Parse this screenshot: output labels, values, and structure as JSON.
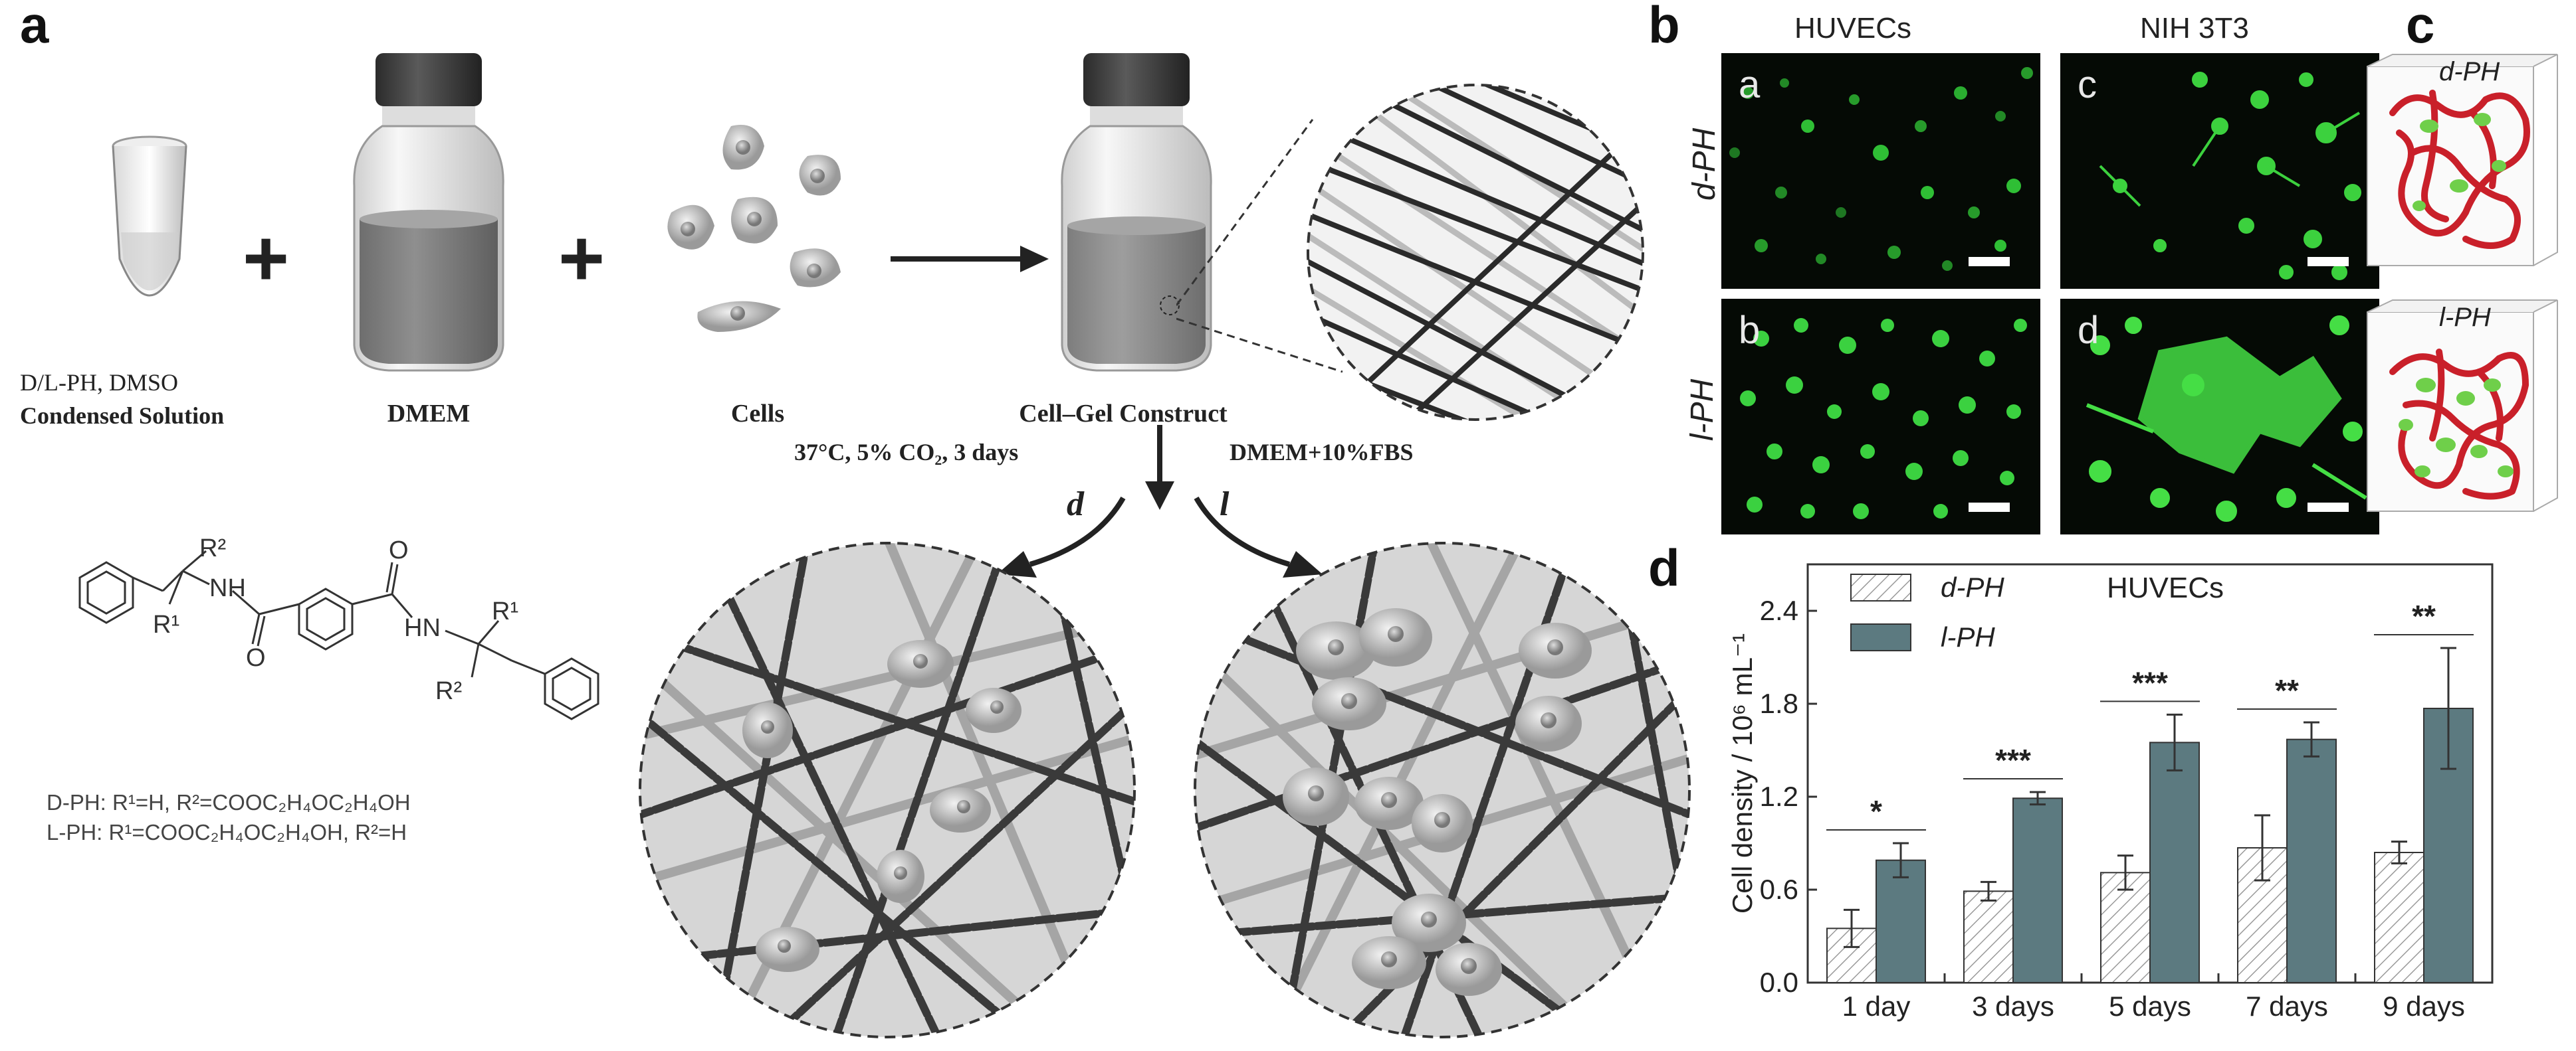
{
  "panels": {
    "a": "a",
    "b": "b",
    "c": "c",
    "d": "d"
  },
  "scheme": {
    "solution_label_line1": "D/L-PH, DMSO",
    "solution_label_line2": "Condensed Solution",
    "medium_label": "DMEM",
    "cells_label": "Cells",
    "construct_label": "Cell–Gel Construct",
    "conditions_left": "37°C, 5% CO₂, 3 days",
    "conditions_right": "DMEM+10%FBS",
    "branch_d": "d",
    "branch_l": "l",
    "plus": "+"
  },
  "structure": {
    "nh_top": "NH",
    "o_left": "O",
    "o_right": "O",
    "hn_right": "HN",
    "r2_top": "R²",
    "r1_left": "R¹",
    "r1_right": "R¹",
    "r2_bottom": "R²",
    "d_formula": "D-PH: R¹=H,   R²=COOC₂H₄OC₂H₄OH",
    "l_formula": "L-PH: R¹=COOC₂H₄OC₂H₄OH,   R²=H"
  },
  "micrographs": {
    "col1": "HUVECs",
    "col2": "NIH 3T3",
    "row1": "d-PH",
    "row2": "l-PH",
    "tiles": [
      "a",
      "c",
      "b",
      "d"
    ]
  },
  "models": {
    "top": "d-PH",
    "bottom": "l-PH"
  },
  "chart_data": {
    "type": "bar",
    "title": "HUVECs",
    "ylabel": "Cell density / 10⁶ mL⁻¹",
    "xlabel": "",
    "categories": [
      "1 day",
      "3 days",
      "5 days",
      "7 days",
      "9 days"
    ],
    "ylim": [
      0,
      2.7
    ],
    "yticks": [
      "0.0",
      "0.6",
      "1.2",
      "1.8",
      "2.4"
    ],
    "series": [
      {
        "name": "d-PH",
        "values": [
          0.35,
          0.59,
          0.71,
          0.87,
          0.84
        ],
        "errors": [
          0.12,
          0.06,
          0.11,
          0.21,
          0.07
        ],
        "color": "#ffffff",
        "hatch": true
      },
      {
        "name": "l-PH",
        "values": [
          0.79,
          1.19,
          1.55,
          1.57,
          1.77
        ],
        "errors": [
          0.11,
          0.04,
          0.18,
          0.11,
          0.39
        ],
        "color": "#5c7a80",
        "hatch": false
      }
    ],
    "significance": [
      "*",
      "***",
      "***",
      "**",
      "**"
    ],
    "legend_position": "top-left"
  }
}
